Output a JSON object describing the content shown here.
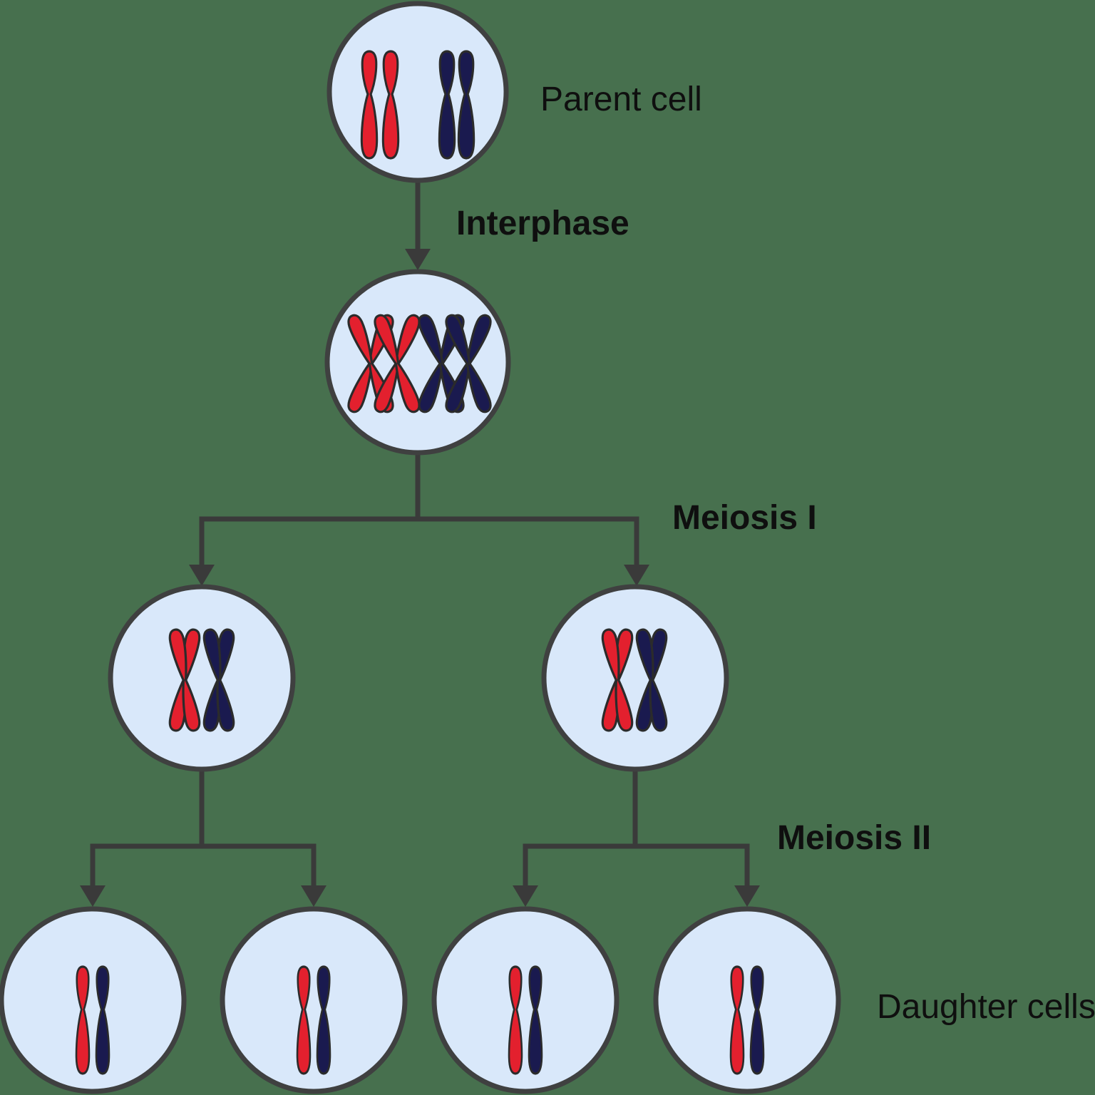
{
  "title": "Meiosis cell division diagram",
  "labels": {
    "parent_cell": "Parent cell",
    "interphase": "Interphase",
    "meiosis_i": "Meiosis I",
    "meiosis_ii": "Meiosis II",
    "daughter_cells": "Daughter cells"
  },
  "colors": {
    "bg": "#47704e",
    "cell-fill": "#d9e8fa",
    "cell-stroke": "#3f4040",
    "line": "#3a3a3a",
    "chromosome-red": "#e3202e",
    "chromosome-navy": "#1a1a4f",
    "chromosome-outline": "#2b2b2b",
    "text": "#0f0f0f"
  },
  "cell_contents": {
    "parent_cell": "2 red + 2 blue single-chromatid chromosomes",
    "after_interphase": "2 red + 2 blue replicated X-shaped chromosomes",
    "after_meiosis_i": "1 red + 1 blue replicated X-shaped chromosome per cell (2 cells)",
    "daughter_cells": "1 red + 1 blue single-chromatid chromosome per cell (4 cells)"
  }
}
